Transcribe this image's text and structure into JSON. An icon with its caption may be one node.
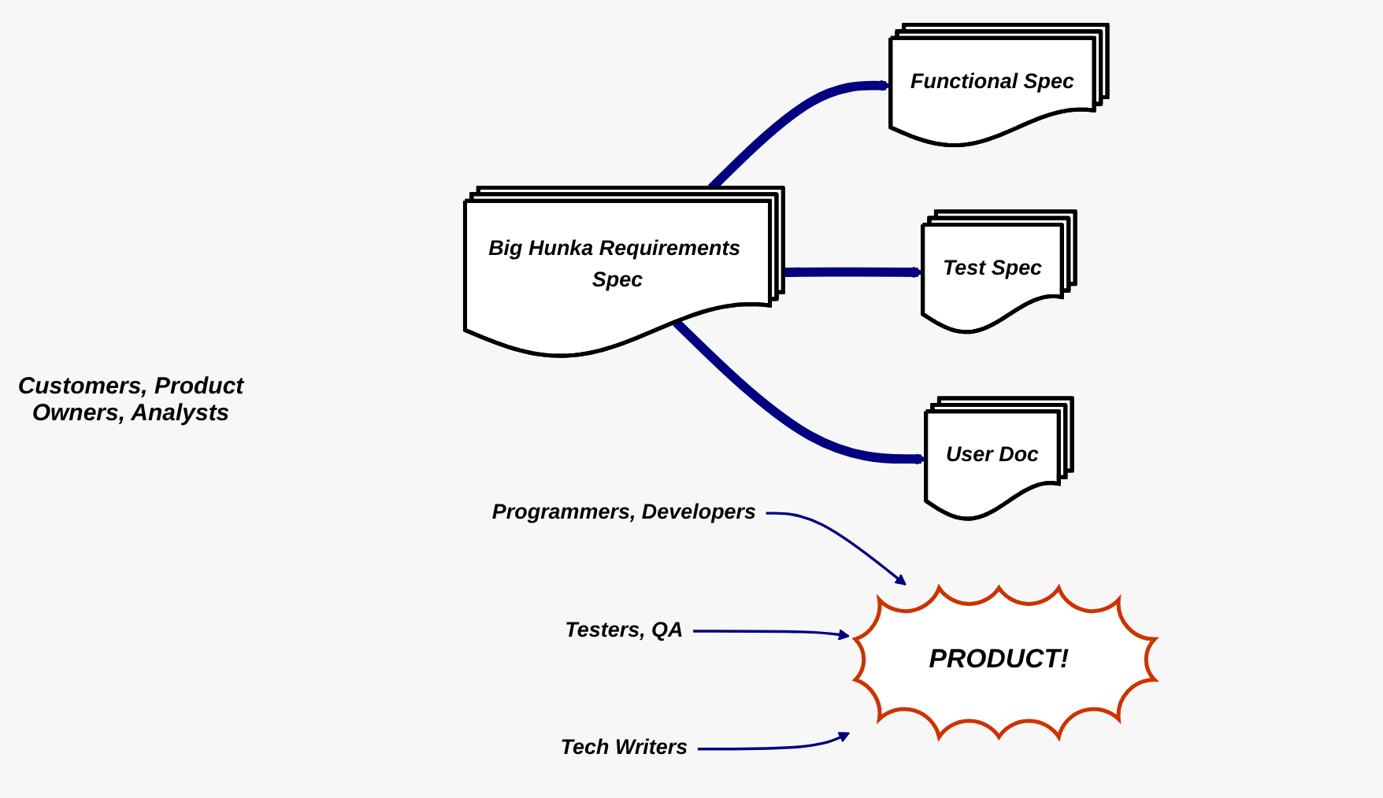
{
  "diagram": {
    "nodes": [
      {
        "text": [
          "Big Hunka Requirements Spec"
        ]
      },
      {
        "text": [
          "Functional Spec"
        ]
      },
      {
        "text": [
          "Test Spec"
        ]
      },
      {
        "text": [
          "User Doc"
        ]
      },
      {
        "text": [
          "Programmers, Developers"
        ]
      },
      {
        "text": [
          "Testers, QA"
        ]
      },
      {
        "text": [
          "Tech Writers"
        ]
      },
      {
        "text": [
          "PRODUCT!"
        ]
      }
    ],
    "edges": [
      {
        "from": 0,
        "to": 1,
        "arrow": "to",
        "style": "thick"
      },
      {
        "from": 0,
        "to": 2,
        "arrow": "to",
        "style": "thick"
      },
      {
        "from": 0,
        "to": 3,
        "arrow": "to",
        "style": "thick"
      },
      {
        "from": 4,
        "to": 7,
        "arrow": "to"
      },
      {
        "from": 5,
        "to": 7,
        "arrow": "to"
      },
      {
        "from": 6,
        "to": 7,
        "arrow": "to"
      }
    ],
    "labels": [
      "Customers, Product Owners, Analysts"
    ]
  }
}
